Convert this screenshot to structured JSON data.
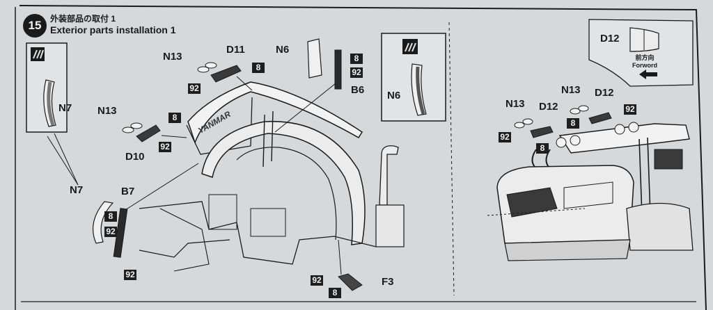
{
  "step": {
    "number": "15",
    "title_jp": "外装部品の取付 1",
    "title_en": "Exterior parts installation 1"
  },
  "forward": {
    "jp": "前方向",
    "en": "Forword"
  },
  "callouts": {
    "d12_inset": "D12",
    "n13_a": "N13",
    "d11": "D11",
    "n6_top": "N6",
    "n13_b": "N13",
    "d10": "D10",
    "n7_inset": "N7",
    "n7_main": "N7",
    "b7": "B7",
    "b6": "B6",
    "n6_inset": "N6",
    "f3": "F3",
    "n13_r1": "N13",
    "n13_r2": "N13",
    "d12_r1": "D12",
    "d12_r2": "D12"
  },
  "boxes": {
    "b1": "8",
    "b2": "92",
    "b3": "8",
    "b4": "92",
    "b5": "8",
    "b6": "92",
    "b7": "8",
    "b8": "92",
    "b9": "92",
    "b10": "8",
    "b11": "92",
    "b12": "8",
    "b13": "92",
    "b14": "8",
    "b15": "92",
    "b16": "8"
  },
  "logo_text": "YANMAR",
  "colors": {
    "paper": "#d6d8da",
    "ink": "#1a1a1a",
    "box": "#1e1e1e"
  }
}
